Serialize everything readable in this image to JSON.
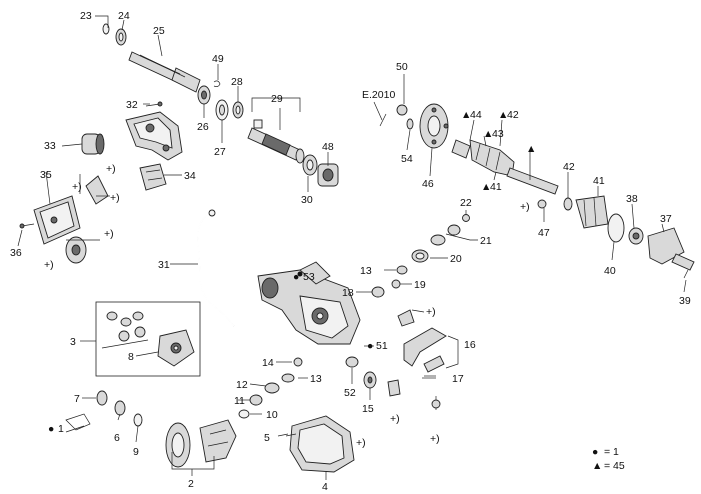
{
  "callouts": {
    "c1": "1",
    "c2": "2",
    "c3": "3",
    "c4": "4",
    "c5": "5",
    "c6": "6",
    "c7": "7",
    "c8": "8",
    "c9": "9",
    "c10": "10",
    "c11": "11",
    "c12": "12",
    "c13a": "13",
    "c13b": "13",
    "c14": "14",
    "c15": "15",
    "c16": "16",
    "c17": "17",
    "c18": "18",
    "c19": "19",
    "c20": "20",
    "c21": "21",
    "c22": "22",
    "c23": "23",
    "c24": "24",
    "c25": "25",
    "c26": "26",
    "c27": "27",
    "c28": "28",
    "c29": "29",
    "c30": "30",
    "c31": "31",
    "c32": "32",
    "c33": "33",
    "c34": "34",
    "c35": "35",
    "c36": "36",
    "c37": "37",
    "c38": "38",
    "c39": "39",
    "c40": "40",
    "c41a": "41",
    "c41b": "41",
    "c42a": "42",
    "c42b": "42",
    "c43": "43",
    "c44": "44",
    "c46": "46",
    "c47": "47",
    "c48": "48",
    "c49": "49",
    "c50": "50",
    "c51": "51",
    "c52": "52",
    "c53": "53",
    "c54": "54",
    "ref_e2010": "E.2010"
  },
  "plus_marks": "+)",
  "legend": {
    "dot_symbol": "●",
    "dot_value": "= 1",
    "triangle_symbol": "▲",
    "triangle_value": "= 45"
  }
}
